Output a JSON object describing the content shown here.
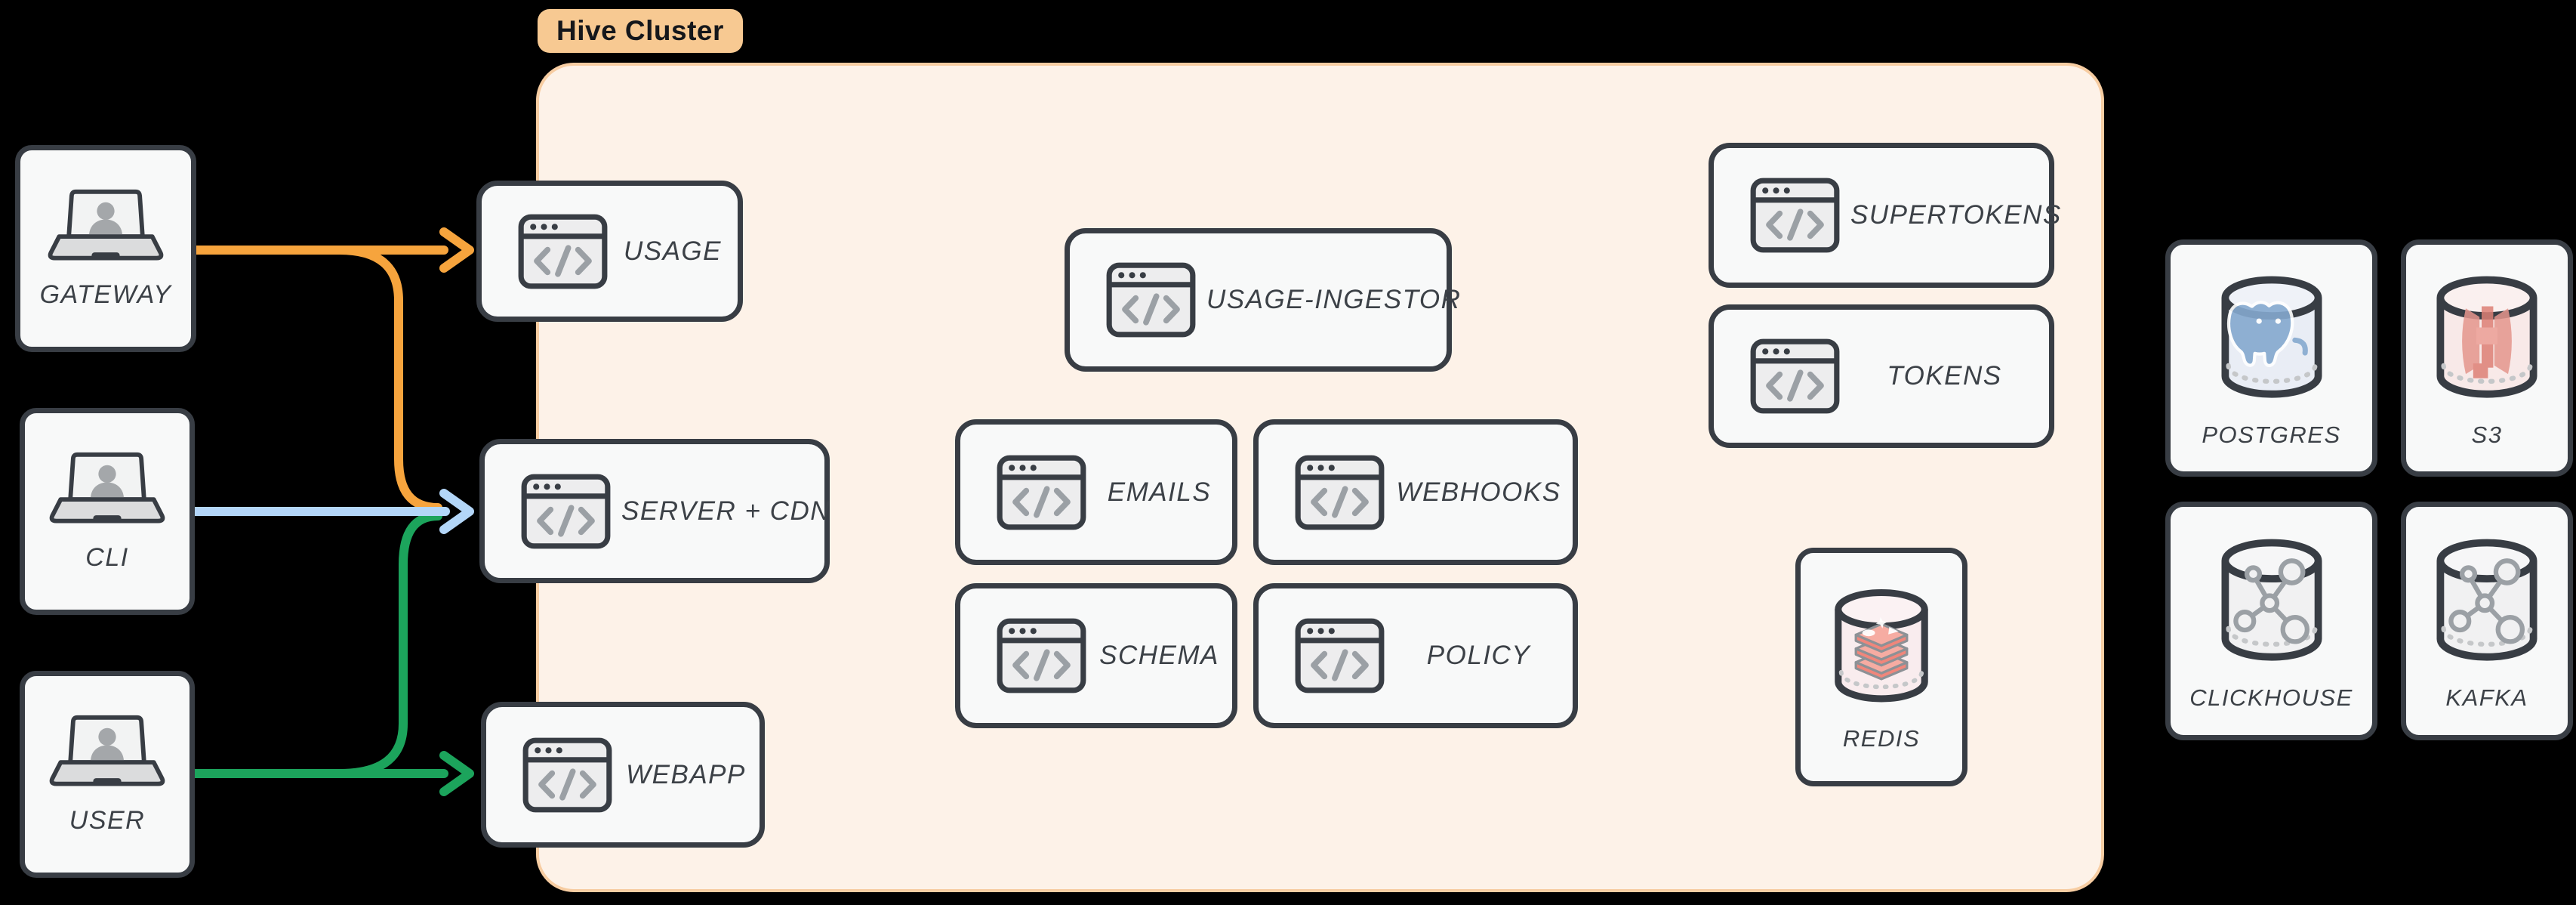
{
  "cluster": {
    "label": "Hive Cluster"
  },
  "actors": {
    "gateway": {
      "label": "GATEWAY"
    },
    "cli": {
      "label": "CLI"
    },
    "user": {
      "label": "USER"
    }
  },
  "services": {
    "usage": {
      "label": "USAGE"
    },
    "server_cdn": {
      "label": "SERVER + CDN"
    },
    "webapp": {
      "label": "WEBAPP"
    },
    "usage_ingestor": {
      "label": "USAGE-INGESTOR"
    },
    "emails": {
      "label": "EMAILS"
    },
    "webhooks": {
      "label": "WEBHOOKS"
    },
    "schema": {
      "label": "SCHEMA"
    },
    "policy": {
      "label": "POLICY"
    },
    "supertokens": {
      "label": "SUPERTOKENS"
    },
    "tokens": {
      "label": "TOKENS"
    }
  },
  "datastores": {
    "redis": {
      "label": "REDIS"
    },
    "postgres": {
      "label": "POSTGRES"
    },
    "s3": {
      "label": "S3"
    },
    "clickhouse": {
      "label": "CLICKHOUSE"
    },
    "kafka": {
      "label": "KAFKA"
    }
  },
  "edges": [
    {
      "from": "GATEWAY",
      "to": "USAGE",
      "color": "orange"
    },
    {
      "from": "GATEWAY",
      "to": "SERVER + CDN",
      "color": "orange"
    },
    {
      "from": "CLI",
      "to": "SERVER + CDN",
      "color": "blue"
    },
    {
      "from": "USER",
      "to": "SERVER + CDN",
      "color": "green"
    },
    {
      "from": "USER",
      "to": "WEBAPP",
      "color": "green"
    }
  ],
  "colors": {
    "arrow-orange": "#f6a43d",
    "arrow-blue": "#b3d6f8",
    "arrow-green": "#1ca45c",
    "node-border": "#383d44",
    "node-fill": "#f8f9f9",
    "cluster-fill": "#fdf2e8",
    "cluster-border": "#f7cda2",
    "tag-fill": "#f7c992",
    "tag-text": "#15171b",
    "label-text": "#3c4147",
    "icon-gray": "#9ba0a5",
    "window-fill": "#ededee",
    "postgres-tint": "#e9edf5",
    "postgres-blue": "#85a9cf",
    "s3-tint": "#f8e9e8",
    "s3-red": "#dd8076",
    "redis-tint": "#f9ecee",
    "redis-red": "#f0867b",
    "gray-tint": "#f1f1f2"
  }
}
